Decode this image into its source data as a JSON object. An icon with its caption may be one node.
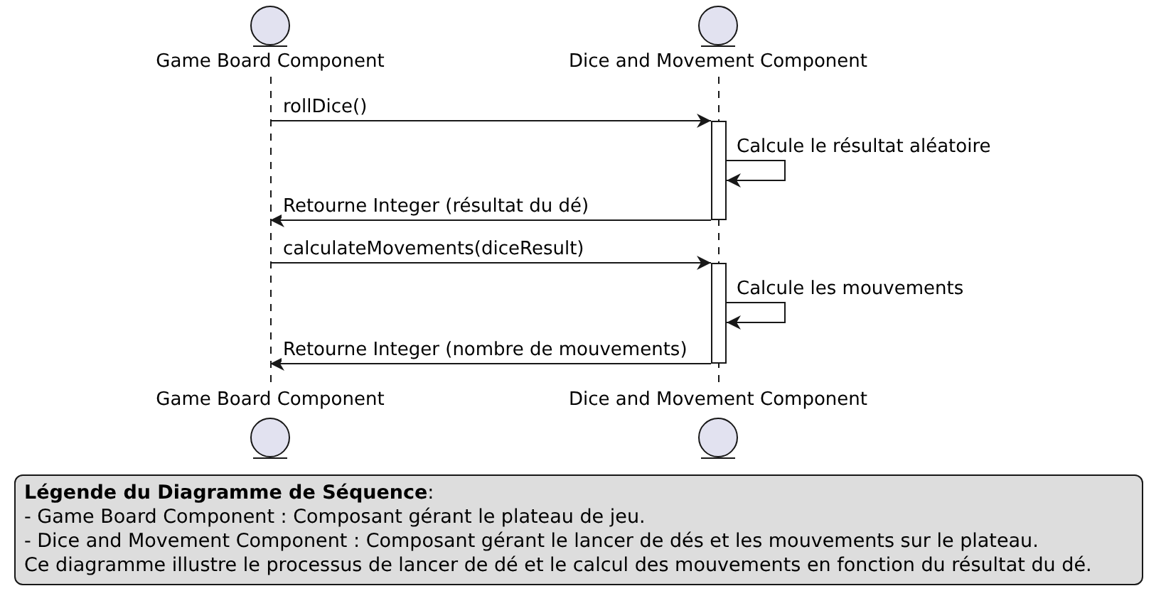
{
  "diagram": {
    "nodes": [
      {
        "text": [
          "Game Board Component"
        ]
      },
      {
        "text": [
          "Dice and Movement Component"
        ]
      },
      {
        "text": [],
        "shape": "line"
      },
      {
        "text": [],
        "shape": "line"
      },
      {
        "text": [],
        "shape": "bar"
      },
      {
        "text": [],
        "shape": "bar"
      },
      {
        "text": [
          "Game Board Component"
        ]
      },
      {
        "text": [
          "Dice and Movement Component"
        ]
      },
      {
        "text": [
          "**Légende du Diagramme de Séquence**:",
          "- Game Board Component : Composant gérant le plateau de jeu.",
          "- Dice and Movement Component : Composant gérant le lancer de dés et les mouvements sur le plateau.",
          "Ce diagramme illustre le processus de lancer de dé et le calcul des mouvements en fonction du résultat du dé."
        ]
      }
    ],
    "edges": [
      {
        "from": 2,
        "to": 4,
        "arrow": "to",
        "label": "rollDice()"
      },
      {
        "from": 4,
        "to": 4,
        "arrow": "to",
        "label": "Calcule le résultat aléatoire"
      },
      {
        "from": 4,
        "to": 2,
        "arrow": "to",
        "label": "Retourne Integer (résultat du dé)"
      },
      {
        "from": 2,
        "to": 5,
        "arrow": "to",
        "label": "calculateMovements(diceResult)"
      },
      {
        "from": 5,
        "to": 5,
        "arrow": "to",
        "label": "Calcule les mouvements"
      },
      {
        "from": 5,
        "to": 2,
        "arrow": "to",
        "label": "Retourne Integer (nombre de mouvements)"
      }
    ]
  }
}
